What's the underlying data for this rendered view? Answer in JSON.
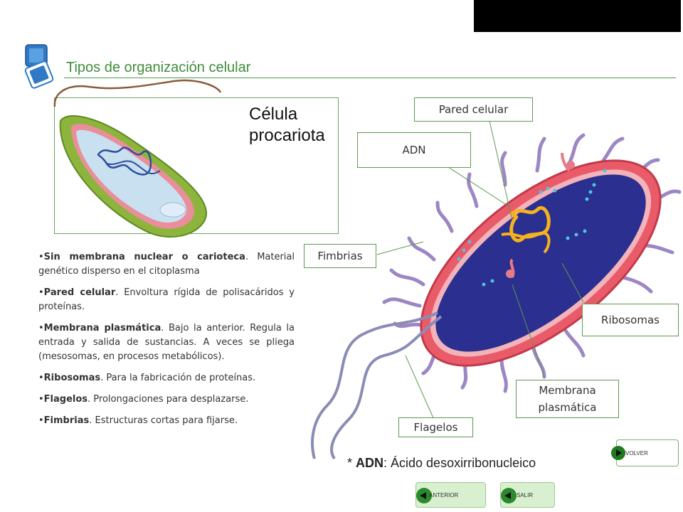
{
  "header": {
    "title": "Tipos de organización celular"
  },
  "cell_heading": {
    "line1": "Célula",
    "line2": "procariota"
  },
  "labels": {
    "pared": "Pared celular",
    "adn": "ADN",
    "fimbrias": "Fimbrias",
    "ribosomas": "Ribosomas",
    "membrana_l1": "Membrana",
    "membrana_l2": "plasmática",
    "flagelos": "Flagelos"
  },
  "list": [
    {
      "term": "Sin membrana nuclear o carioteca",
      "text": ". Material genético disperso en el citoplasma"
    },
    {
      "term": "Pared celular",
      "text": ". Envoltura rígida de polisacáridos y proteínas."
    },
    {
      "term": "Membrana plasmática",
      "text": ". Bajo la anterior. Regula la entrada y salida de sustancias. A veces se pliega (mesosomas, en procesos metabólicos)."
    },
    {
      "term": "Ribosomas",
      "text": ". Para la fabricación de proteínas."
    },
    {
      "term": "Flagelos",
      "text": ". Prolongaciones para desplazarse."
    },
    {
      "term": "Fimbrias",
      "text": ". Estructuras cortas para fijarse."
    }
  ],
  "note": {
    "prefix": "* ",
    "term": "ADN",
    "text": ": Ácido desoxirribonucleico"
  },
  "nav": {
    "volver": "VOLVER",
    "anterior": "ANTERIOR",
    "salir": "SALIR"
  },
  "colors": {
    "accent_green": "#3f8d3a",
    "cell_blue": "#2b2f8f",
    "wall_red": "#d8424f",
    "fimbria_purple": "#9c86c4"
  }
}
